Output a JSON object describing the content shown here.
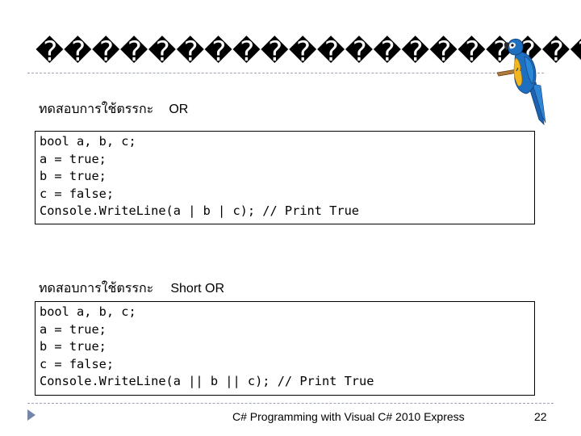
{
  "slide": {
    "title": "������������������������",
    "icons": {
      "parrot": "parrot-illustration",
      "bullet": "triangle-bullet"
    },
    "colors": {
      "rule": "#9aa4b4",
      "bullet": "#7587a9",
      "parrot_blue": "#1f6fc0",
      "parrot_yellow": "#f2b61e"
    }
  },
  "sections": [
    {
      "label_thai": "ทดสอบการใช้ตรรกะ",
      "label_operator": "OR",
      "code_lines": [
        "bool a, b, c;",
        "a = true;",
        "b = true;",
        "c = false;",
        "Console.WriteLine(a | b | c); // Print True"
      ]
    },
    {
      "label_thai": "ทดสอบการใช้ตรรกะ",
      "label_operator": "Short OR",
      "code_lines": [
        "bool a, b, c;",
        "a = true;",
        "b = true;",
        "c = false;",
        "Console.WriteLine(a || b || c); // Print True"
      ]
    }
  ],
  "footer": {
    "text": "C# Programming with Visual C# 2010 Express",
    "page_number": "22"
  }
}
